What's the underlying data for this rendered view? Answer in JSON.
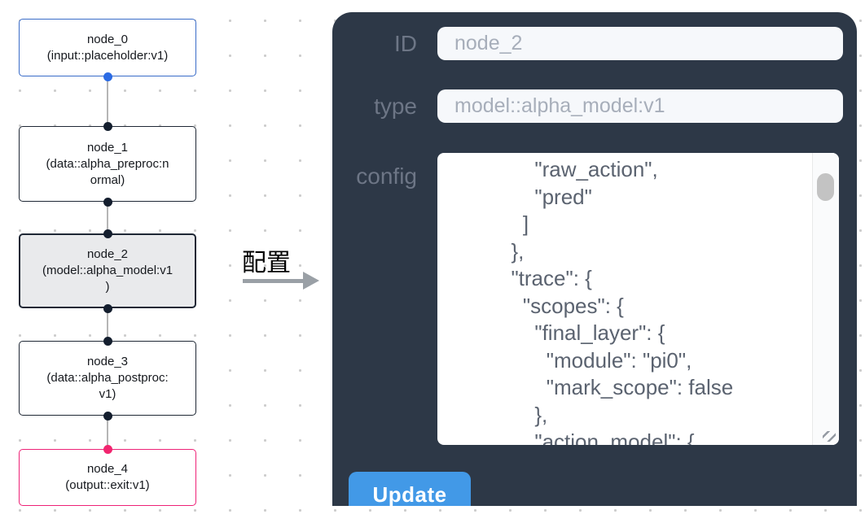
{
  "transition": {
    "label": "配置"
  },
  "canvas": {
    "nodes": [
      {
        "id": "node_0",
        "lines": [
          "node_0",
          "(input::placeholder:v1)"
        ],
        "accent": "#3a6cc8",
        "port_color": "#2b6be4"
      },
      {
        "id": "node_1",
        "lines": [
          "node_1",
          "(data::alpha_preproc:n",
          "ormal)"
        ],
        "accent": "#1f2835",
        "port_color": "#141e2e"
      },
      {
        "id": "node_2",
        "lines": [
          "node_2",
          "(model::alpha_model:v1",
          ")"
        ],
        "accent": "#1f2835",
        "port_color": "#141e2e",
        "selected": true,
        "bg": "#e9eaec"
      },
      {
        "id": "node_3",
        "lines": [
          "node_3",
          "(data::alpha_postproc:",
          "v1)"
        ],
        "accent": "#1f2835",
        "port_color": "#141e2e"
      },
      {
        "id": "node_4",
        "lines": [
          "node_4",
          "(output::exit:v1)"
        ],
        "accent": "#ee2277",
        "port_color": "#f1256f"
      }
    ],
    "edge_color": "#b6b6b6"
  },
  "panel": {
    "bg": "#2d3847",
    "fields": [
      {
        "label": "ID",
        "value": "node_2"
      },
      {
        "label": "type",
        "value": "model::alpha_model:v1"
      }
    ],
    "config": {
      "label": "config",
      "text": "      \"raw_action\",\n      \"pred\"\n    ]\n  },\n  \"trace\": {\n    \"scopes\": {\n      \"final_layer\": {\n        \"module\": \"pi0\",\n        \"mark_scope\": false\n      },\n      \"action_model\": {"
    },
    "update_button": {
      "label": "Update",
      "color": "#4299e7"
    }
  }
}
